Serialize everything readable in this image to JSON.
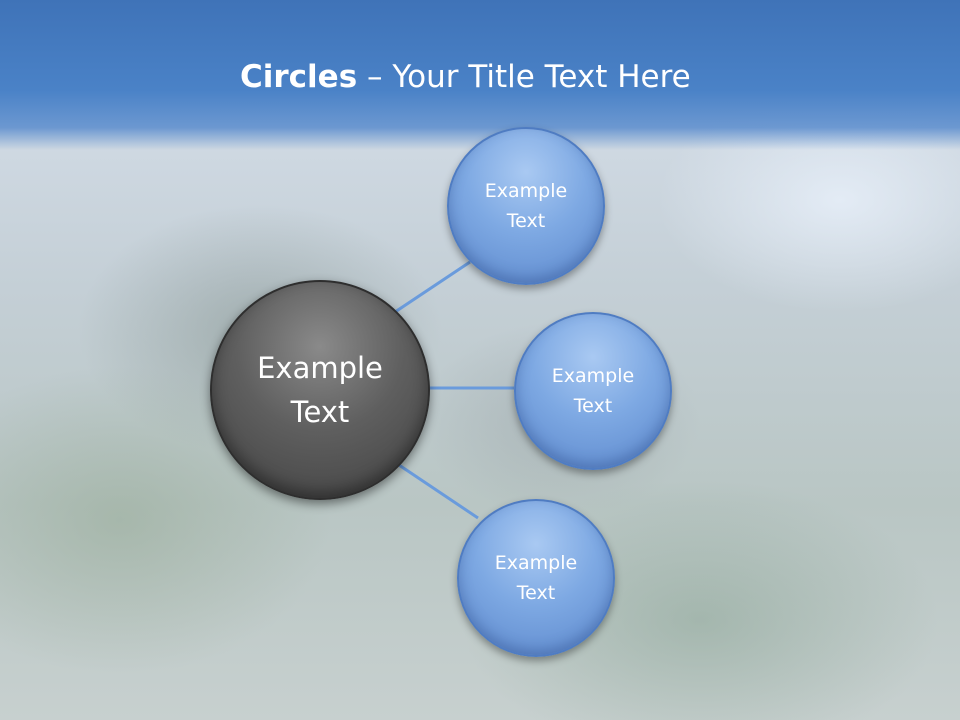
{
  "slide": {
    "title_bold": "Circles",
    "title_rest": " – Your Title Text Here"
  },
  "diagram": {
    "center": {
      "line1": "Example",
      "line2": "Text"
    },
    "satellites": [
      {
        "line1": "Example",
        "line2": "Text"
      },
      {
        "line1": "Example",
        "line2": "Text"
      },
      {
        "line1": "Example",
        "line2": "Text"
      }
    ]
  },
  "colors": {
    "header": "#4a82c7",
    "center_circle": "#5f5f5f",
    "satellite_circle": "#7ea9e3",
    "connector": "#6a9bdc"
  }
}
